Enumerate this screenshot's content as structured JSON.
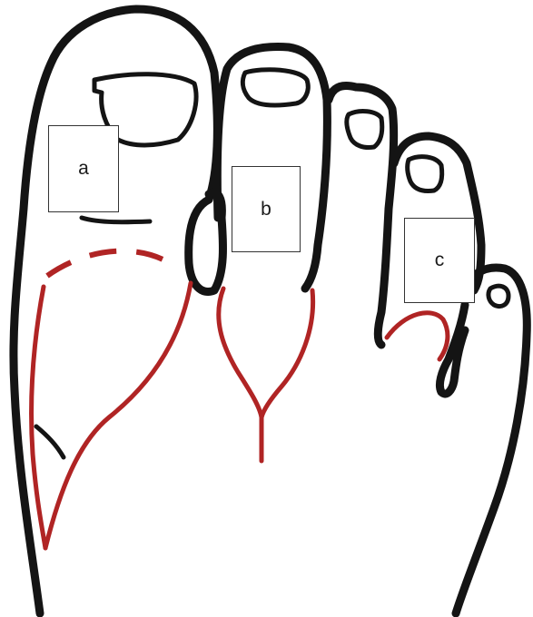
{
  "labels": {
    "a": "a",
    "b": "b",
    "c": "c"
  },
  "colors": {
    "outline": "#141414",
    "incision": "#b02424",
    "background": "#ffffff"
  }
}
